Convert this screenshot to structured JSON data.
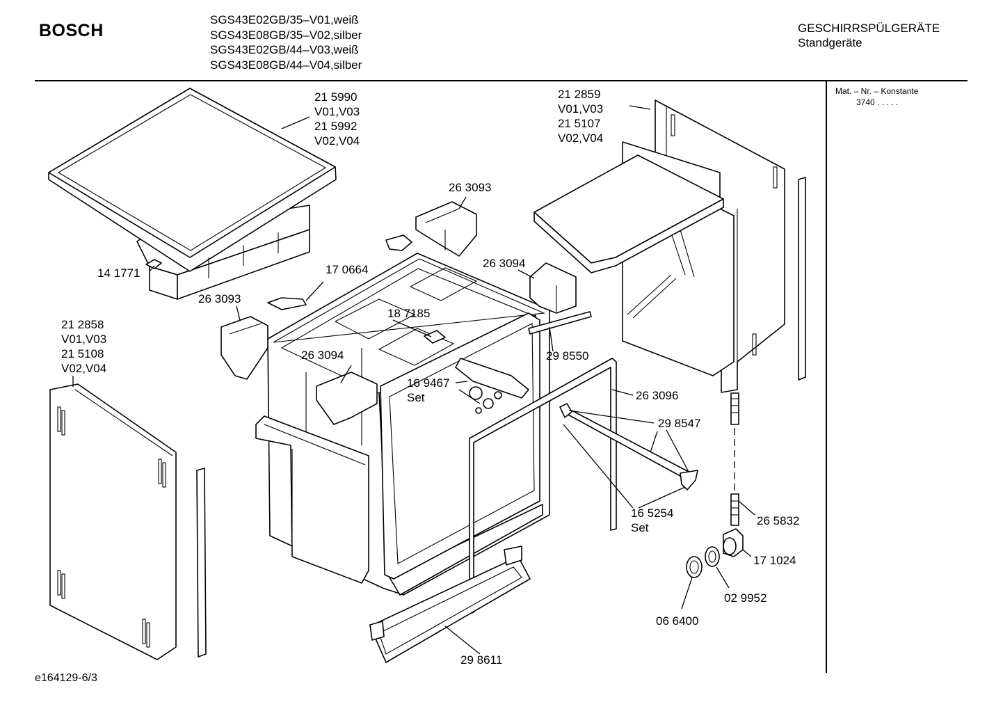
{
  "header": {
    "brand": "BOSCH",
    "models": [
      "SGS43E02GB/35–V01,weiß",
      "SGS43E08GB/35–V02,silber",
      "SGS43E02GB/44–V03,weiß",
      "SGS43E08GB/44–V04,silber"
    ],
    "category": "GESCHIRRSPÜLGERÄTE",
    "subcategory": "Standgeräte"
  },
  "sidebar": {
    "mat_label": "Mat. – Nr. – Konstante",
    "mat_value": "3740  .   .   .   .   ."
  },
  "callouts": {
    "top_cover": [
      "21 5990",
      "V01,V03",
      "21 5992",
      "V02,V04"
    ],
    "right_panel": [
      "21 2859",
      "V01,V03",
      "21 5107",
      "V02,V04"
    ],
    "left_panel": [
      "21 2858",
      "V01,V03",
      "21 5108",
      "V02,V04"
    ],
    "bracket_top": "26 3093",
    "bracket_left": "26 3093",
    "bracket_right": "26 3094",
    "bracket_inner": "26 3094",
    "cover_clip": "14 1771",
    "hinge_plate": "17 0664",
    "latch": "18 7185",
    "seal_strip": "29 8550",
    "bearing_set": [
      "16 9467",
      "Set"
    ],
    "door_seal": "26 3096",
    "rail": "29 8547",
    "rail_set": [
      "16 5254",
      "Set"
    ],
    "hose": "26 5832",
    "elbow": "17 1024",
    "gasket": "02 9952",
    "nut": "06 6400",
    "plinth": "29 8611"
  },
  "footer": {
    "drawing_id": "e164129-6/3"
  }
}
